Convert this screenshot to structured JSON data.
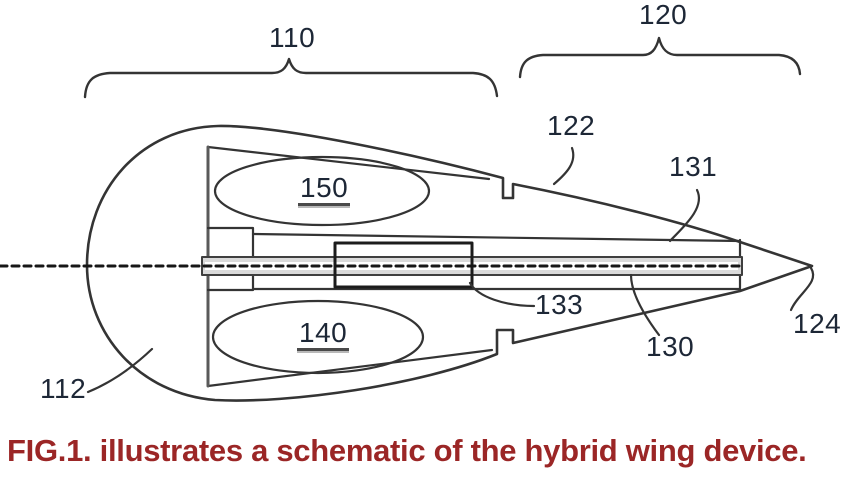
{
  "labels": {
    "n110": "110",
    "n120": "120",
    "n122": "122",
    "n131": "131",
    "n124": "124",
    "n133": "133",
    "n130": "130",
    "n112": "112",
    "n150": "150",
    "n140": "140"
  },
  "caption": {
    "text": "FIG.1. illustrates a schematic of the hybrid wing device."
  },
  "colors": {
    "caption_text": "#9b2626",
    "label_text": "#1d2736",
    "line": "#343434",
    "shaft_fill": "#dadada"
  }
}
